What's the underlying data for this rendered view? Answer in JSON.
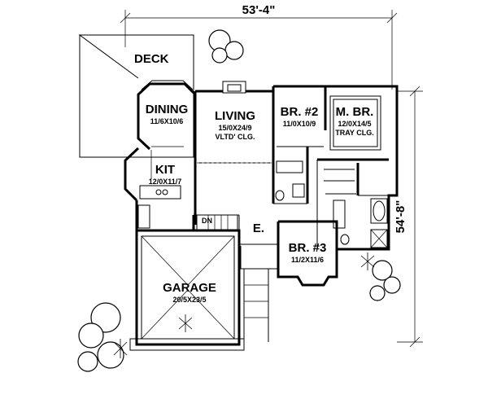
{
  "dimensions": {
    "width_label": "53'-4\"",
    "depth_label": "54'-8\""
  },
  "rooms": {
    "deck": {
      "name": "DECK"
    },
    "dining": {
      "name": "DINING",
      "size": "11/6X10/6"
    },
    "living": {
      "name": "LIVING",
      "size": "15/0X24/9",
      "note": "VLTD' CLG."
    },
    "br2": {
      "name": "BR. #2",
      "size": "11/0X10/9"
    },
    "mbr": {
      "name": "M. BR.",
      "size": "12/0X14/5",
      "note": "TRAY CLG."
    },
    "kit": {
      "name": "KIT",
      "size": "12/0X11/7"
    },
    "entry": {
      "name": "E."
    },
    "br3": {
      "name": "BR. #3",
      "size": "11/2X11/6"
    },
    "garage": {
      "name": "GARAGE",
      "size": "20/5X23/5"
    }
  },
  "stair": {
    "label": "DN"
  }
}
